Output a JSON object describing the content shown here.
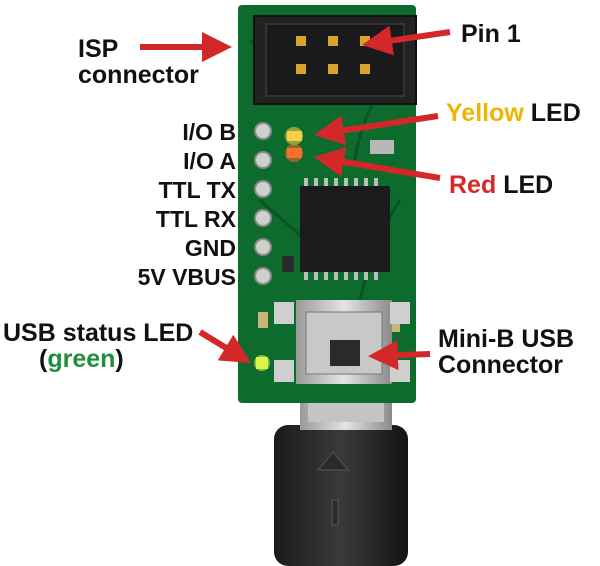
{
  "labels": {
    "isp_line1": "ISP",
    "isp_line2": "connector",
    "pin1": "Pin 1",
    "yellow_word": "Yellow",
    "led_word": "LED",
    "red_word": "Red",
    "pins": [
      "I/O B",
      "I/O A",
      "TTL TX",
      "TTL RX",
      "GND",
      "5V VBUS"
    ],
    "usb_status": "USB status LED",
    "paren_open": "(",
    "green_word": "green",
    "paren_close": ")",
    "minib_line1": "Mini-B USB",
    "minib_line2": "Connector"
  },
  "colors": {
    "board": "#0d6b2e",
    "arrow": "#d3282a",
    "yellow": "#f0b400",
    "red": "#d82828",
    "green": "#1f8f3e",
    "text": "#111111"
  }
}
